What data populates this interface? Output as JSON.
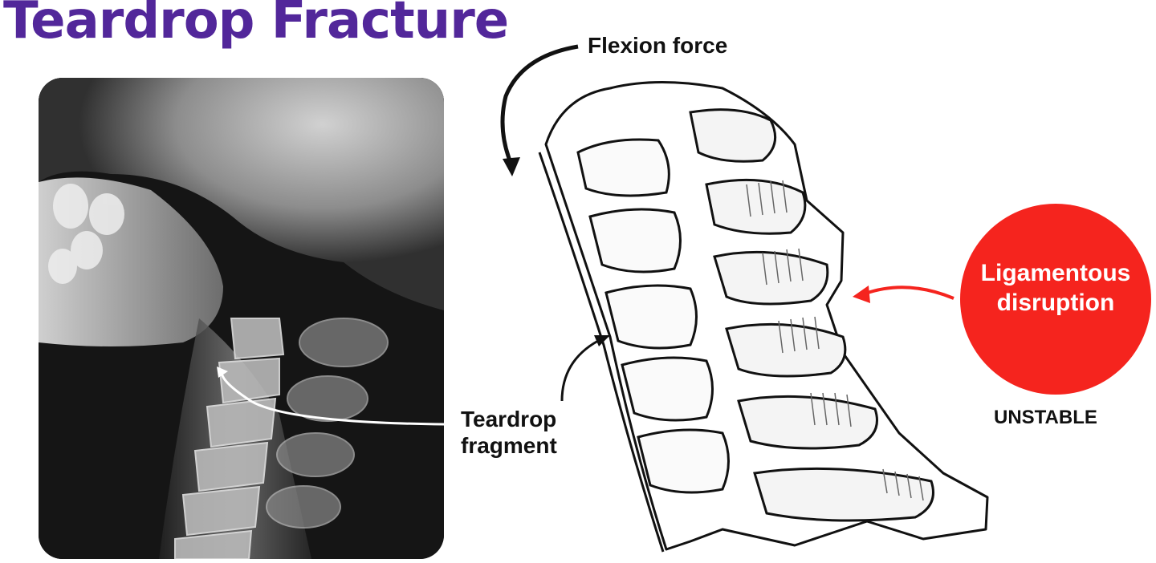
{
  "title": "Teardrop Fracture",
  "labels": {
    "flexion_force": "Flexion force",
    "teardrop_fragment": "Teardrop fragment",
    "ligamentous_disruption": "Ligamentous disruption",
    "unstable": "UNSTABLE"
  },
  "colors": {
    "title": "#52279a",
    "circle": "#f5241e",
    "arrow_red": "#f5241e",
    "xray_background": "#111111"
  }
}
